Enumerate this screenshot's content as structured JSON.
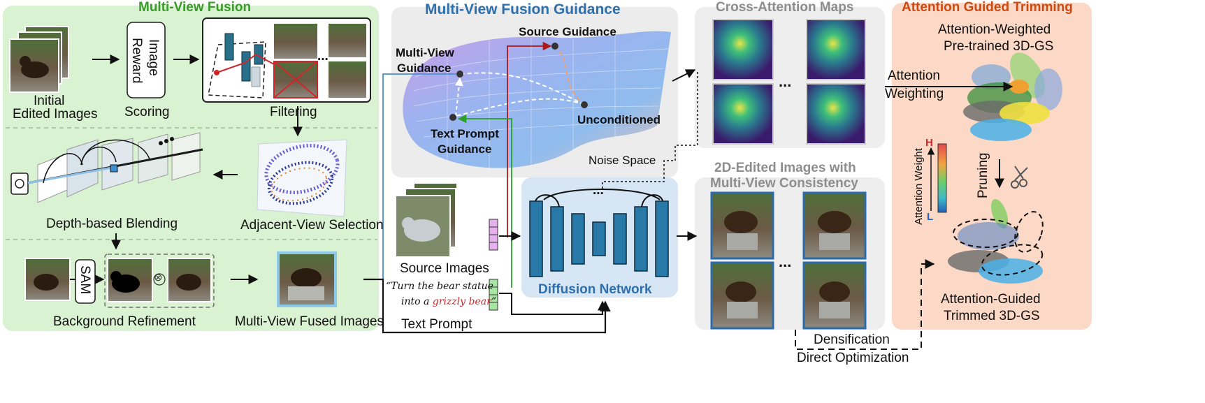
{
  "fusion": {
    "title": "Multi-View Fusion",
    "initial_line1": "Initial",
    "initial_line2": "Edited Images",
    "reward_line1": "Image",
    "reward_line2": "Reward",
    "scoring": "Scoring",
    "filtering": "Filtering",
    "depth_blending": "Depth-based Blending",
    "adjacent": "Adjacent-View Selection",
    "sam": "SAM",
    "bg_refinement": "Background Refinement",
    "fused_images": "Multi-View Fused Images",
    "otimes": "⊗",
    "dots": "..."
  },
  "guidance": {
    "title": "Multi-View Fusion Guidance",
    "source_guidance": "Source Guidance",
    "mv_line1": "Multi-View",
    "mv_line2": "Guidance",
    "unconditioned": "Unconditioned",
    "tp_line1": "Text Prompt",
    "tp_line2": "Guidance",
    "noise_space": "Noise Space",
    "source_images": "Source Images",
    "prompt_line1": "“Turn the bear statue",
    "prompt_line2a": "into a ",
    "prompt_line2b": "grizzly bear",
    "prompt_line2c": "”",
    "text_prompt": "Text Prompt",
    "diffusion": "Diffusion Network",
    "dots": "..."
  },
  "cross_attention": {
    "title": "Cross-Attention Maps",
    "dots": "..."
  },
  "edited": {
    "title_line1": "2D-Edited Images with",
    "title_line2": "Multi-View Consistency",
    "dots": "...",
    "densification": "Densification",
    "direct_optimization": "Direct Optimization"
  },
  "trimming": {
    "title": "Attention Guided Trimming",
    "weighted_line1": "Attention-Weighted",
    "weighted_line2": "Pre-trained 3D-GS",
    "weighting_line1": "Attention",
    "weighting_line2": "Weighting",
    "h": "H",
    "l": "L",
    "attention_weight": "Attention Weight",
    "pruning": "Pruning",
    "trimmed_line1": "Attention-Guided",
    "trimmed_line2": "Trimmed 3D-GS"
  },
  "colors": {
    "fusion_bg": "#d9f2d2",
    "fusion_title": "#3a9a2a",
    "guidance_title": "#2e6fae",
    "trim_bg": "#fbd9c6",
    "trim_title": "#cc4a12",
    "gray_title": "#8d8d8d",
    "diffusion_bg": "#d6e6f5"
  }
}
